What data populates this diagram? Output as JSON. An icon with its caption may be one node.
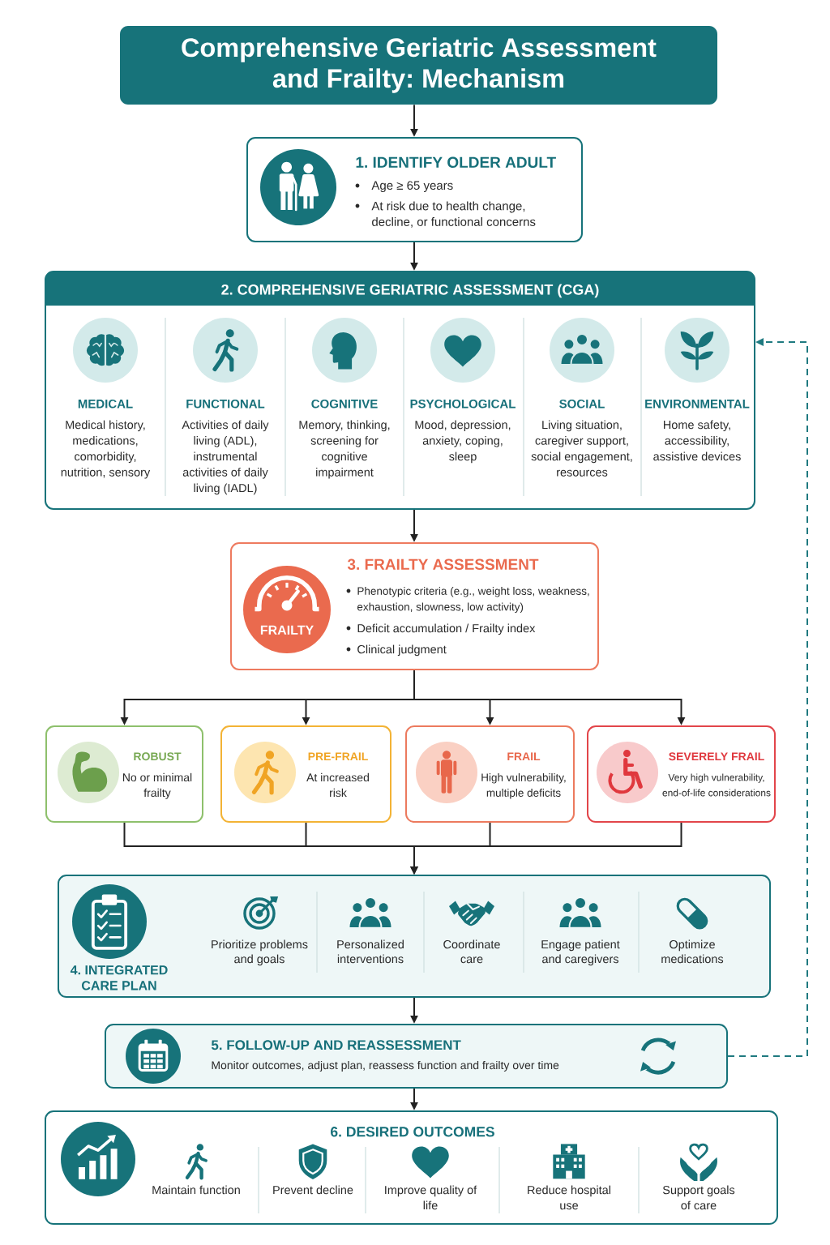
{
  "diagram": {
    "nodes": [
      {
        "text": [
          "Comprehensive Geriatric Assessment and Frailty: Mechanism"
        ]
      },
      {
        "text": [
          "1. IDENTIFY OLDER ADULT",
          "Age ≥ 65 years",
          "At risk due to health change, decline, or functional concerns"
        ]
      },
      {
        "text": [
          "2. COMPREHENSIVE GERIATRIC ASSESSMENT (CGA)",
          "MEDICAL",
          "Medical history, medications, comorbidity, nutrition, sensory",
          "FUNCTIONAL",
          "Activities of daily living (ADL), instrumental activities of daily living (IADL)",
          "COGNITIVE",
          "Memory, thinking, screening for cognitive impairment",
          "PSYCHOLOGICAL",
          "Mood, depression, anxiety, coping, sleep",
          "SOCIAL",
          "Living situation, caregiver support, social engagement, resources",
          "ENVIRONMENTAL",
          "Home safety, accessibility, assistive devices"
        ]
      },
      {
        "text": [
          "3. FRAILTY ASSESSMENT",
          "Phenotypic criteria (e.g., weight loss, weakness, exhaustion, slowness, low activity)",
          "Deficit accumulation / Frailty index",
          "Clinical judgment"
        ]
      },
      {
        "text": [
          "FRAILTY"
        ],
        "in": 3
      },
      {
        "text": [
          "ROBUST",
          "No or minimal frailty"
        ]
      },
      {
        "text": [
          "PRE-FRAIL",
          "At increased risk"
        ]
      },
      {
        "text": [
          "FRAIL",
          "High vulnerability, multiple deficits"
        ]
      },
      {
        "text": [
          "SEVERELY FRAIL",
          "Very high vulnerability, end-of-life considerations"
        ]
      },
      {
        "text": [
          "4. INTEGRATED CARE PLAN",
          "Prioritize problems and goals",
          "Personalized interventions",
          "Coordinate care",
          "Engage patient and caregivers",
          "Optimize medications"
        ]
      },
      {
        "text": [
          "5. FOLLOW-UP AND REASSESSMENT",
          "Monitor outcomes, adjust plan, reassess function and frailty over time"
        ]
      },
      {
        "text": [
          "6. DESIRED OUTCOMES",
          "Maintain function",
          "Prevent decline",
          "Improve quality of life",
          "Reduce hospital use",
          "Support goals of care"
        ]
      }
    ],
    "edges": [
      {
        "from": 0,
        "to": 1,
        "arrow": "to"
      },
      {
        "from": 1,
        "to": 2,
        "arrow": "to"
      },
      {
        "from": 2,
        "to": 3,
        "arrow": "to"
      },
      {
        "from": 3,
        "to": 5,
        "arrow": "to"
      },
      {
        "from": 3,
        "to": 6,
        "arrow": "to"
      },
      {
        "from": 3,
        "to": 7,
        "arrow": "to"
      },
      {
        "from": 3,
        "to": 8,
        "arrow": "to"
      },
      {
        "from": 5,
        "to": 9,
        "arrow": "to"
      },
      {
        "from": 6,
        "to": 9,
        "arrow": "to"
      },
      {
        "from": 7,
        "to": 9,
        "arrow": "to"
      },
      {
        "from": 8,
        "to": 9,
        "arrow": "to"
      },
      {
        "from": 9,
        "to": 10,
        "arrow": "to"
      },
      {
        "from": 10,
        "to": 11,
        "arrow": "to"
      },
      {
        "from": 10,
        "to": 2,
        "arrow": "to",
        "style": "dashed",
        "color": "#1f7a80"
      }
    ]
  }
}
